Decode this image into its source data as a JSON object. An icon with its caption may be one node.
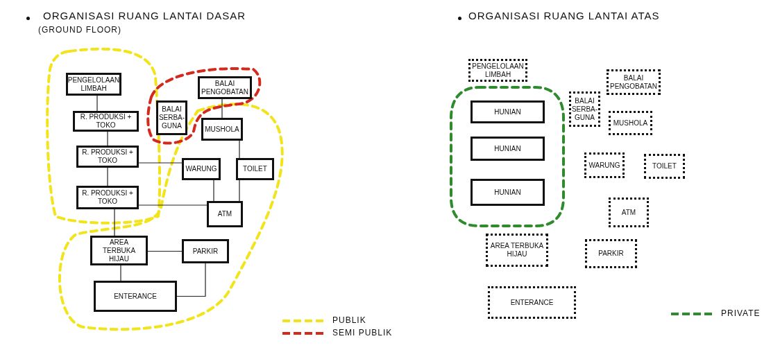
{
  "diagram": {
    "nodes": [
      {
        "text": [
          "PENGELOLAAN LIMBAH"
        ]
      },
      {
        "text": [
          "R. PRODUKSI + TOKO"
        ]
      },
      {
        "text": [
          "R. PRODUKSI + TOKO"
        ]
      },
      {
        "text": [
          "R. PRODUKSI + TOKO"
        ]
      },
      {
        "text": [
          "BALAI SERBA-GUNA"
        ]
      },
      {
        "text": [
          "BALAI PENGOBATAN"
        ]
      },
      {
        "text": [
          "MUSHOLA"
        ]
      },
      {
        "text": [
          "WARUNG"
        ]
      },
      {
        "text": [
          "TOILET"
        ]
      },
      {
        "text": [
          "ATM"
        ]
      },
      {
        "text": [
          "AREA TERBUKA HIJAU"
        ]
      },
      {
        "text": [
          "PARKIR"
        ]
      },
      {
        "text": [
          "ENTERANCE"
        ]
      },
      {
        "text": [
          "PENGELOLAAN LIMBAH"
        ]
      },
      {
        "text": [
          "HUNIAN"
        ]
      },
      {
        "text": [
          "HUNIAN"
        ]
      },
      {
        "text": [
          "HUNIAN"
        ]
      },
      {
        "text": [
          "BALAI SERBA-GUNA"
        ]
      },
      {
        "text": [
          "BALAI PENGOBATAN"
        ]
      },
      {
        "text": [
          "MUSHOLA"
        ]
      },
      {
        "text": [
          "WARUNG"
        ]
      },
      {
        "text": [
          "TOILET"
        ]
      },
      {
        "text": [
          "ATM"
        ]
      },
      {
        "text": [
          "AREA TERBUKA HIJAU"
        ]
      },
      {
        "text": [
          "PARKIR"
        ]
      },
      {
        "text": [
          "ENTERANCE"
        ]
      }
    ],
    "edges": [
      {
        "from": 0,
        "to": 1,
        "arrow": "none"
      },
      {
        "from": 1,
        "to": 2,
        "arrow": "none"
      },
      {
        "from": 2,
        "to": 3,
        "arrow": "none"
      },
      {
        "from": 3,
        "to": 10,
        "arrow": "none"
      },
      {
        "from": 2,
        "to": 7,
        "arrow": "none"
      },
      {
        "from": 3,
        "to": 9,
        "arrow": "none"
      },
      {
        "from": 10,
        "to": 11,
        "arrow": "none"
      },
      {
        "from": 10,
        "to": 12,
        "arrow": "none"
      },
      {
        "from": 11,
        "to": 12,
        "arrow": "none"
      },
      {
        "from": 5,
        "to": 6,
        "arrow": "none"
      },
      {
        "from": 6,
        "to": 8,
        "arrow": "none"
      },
      {
        "from": 7,
        "to": 9,
        "arrow": "none"
      },
      {
        "from": 8,
        "to": 9,
        "arrow": "none"
      }
    ],
    "labels": [
      "ORGANISASI RUANG LANTAI DASAR",
      "(GROUND FLOOR)",
      "ORGANISASI RUANG LANTAI ATAS"
    ],
    "legend": [
      {
        "text": "PUBLIK",
        "color": "#f2e41a"
      },
      {
        "text": "SEMI PUBLIK",
        "color": "#d42a1e"
      },
      {
        "text": "PRIVATE",
        "color": "#2e8b2e"
      }
    ]
  }
}
